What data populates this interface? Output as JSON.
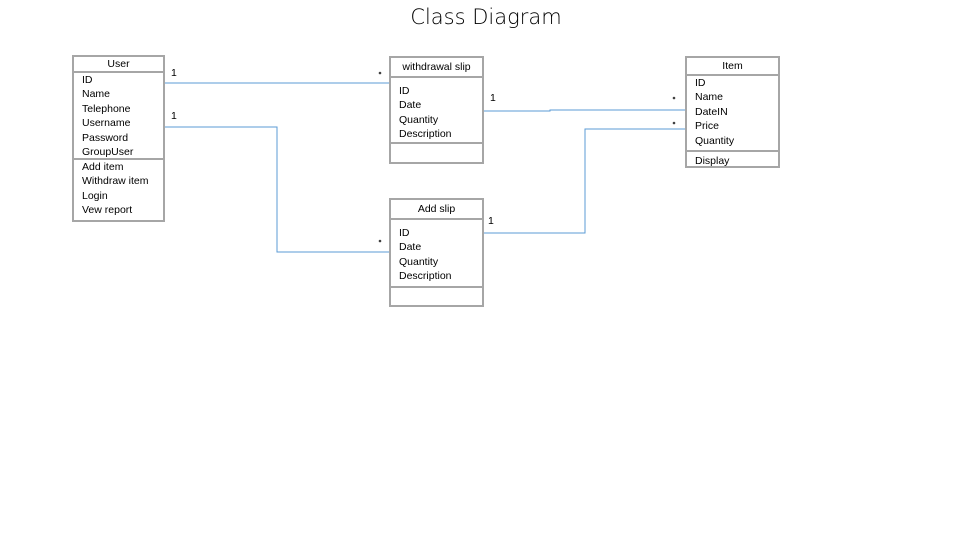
{
  "title": "Class Diagram",
  "classes": {
    "user": {
      "name": "User",
      "attributes": [
        "ID",
        "Name",
        "Telephone",
        "Username",
        "Password",
        "GroupUser"
      ],
      "methods": [
        "Add item",
        "Withdraw item",
        "Login",
        "Vew report"
      ]
    },
    "withdrawal": {
      "name": "withdrawal slip",
      "attributes": [
        "ID",
        "Date",
        "Quantity",
        "Description"
      ],
      "methods": []
    },
    "item": {
      "name": "Item",
      "attributes": [
        "ID",
        "Name",
        "DateIN",
        "Price",
        "Quantity"
      ],
      "methods": [
        "Display"
      ]
    },
    "add": {
      "name": "Add slip",
      "attributes": [
        "ID",
        "Date",
        "Quantity",
        "Description"
      ],
      "methods": []
    }
  },
  "multiplicities": {
    "user_withdrawal": "1",
    "user_add": "1",
    "withdrawal_item": "1",
    "add_item": "1"
  },
  "colors": {
    "connector": "#5b9bd5",
    "box_border": "#a6a6a6"
  }
}
